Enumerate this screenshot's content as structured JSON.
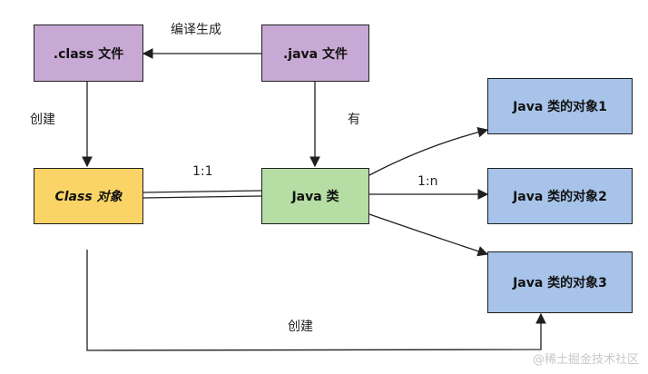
{
  "nodes": {
    "class_file": ".class 文件",
    "java_file": ".java 文件",
    "class_object": "Class 对象",
    "java_class": "Java 类",
    "instance_1": "Java 类的对象1",
    "instance_2": "Java 类的对象2",
    "instance_3": "Java 类的对象3"
  },
  "edges": {
    "compile": "编译生成",
    "create_class_object": "创建",
    "has": "有",
    "one_to_one": "1:1",
    "one_to_n": "1:n",
    "create_instance": "创建"
  },
  "colors": {
    "purple": "#c8a8d4",
    "yellow": "#fbd467",
    "green": "#b5dda4",
    "blue": "#a7c3ea",
    "stroke": "#1f1f1f"
  },
  "watermark": "@稀土掘金技术社区"
}
